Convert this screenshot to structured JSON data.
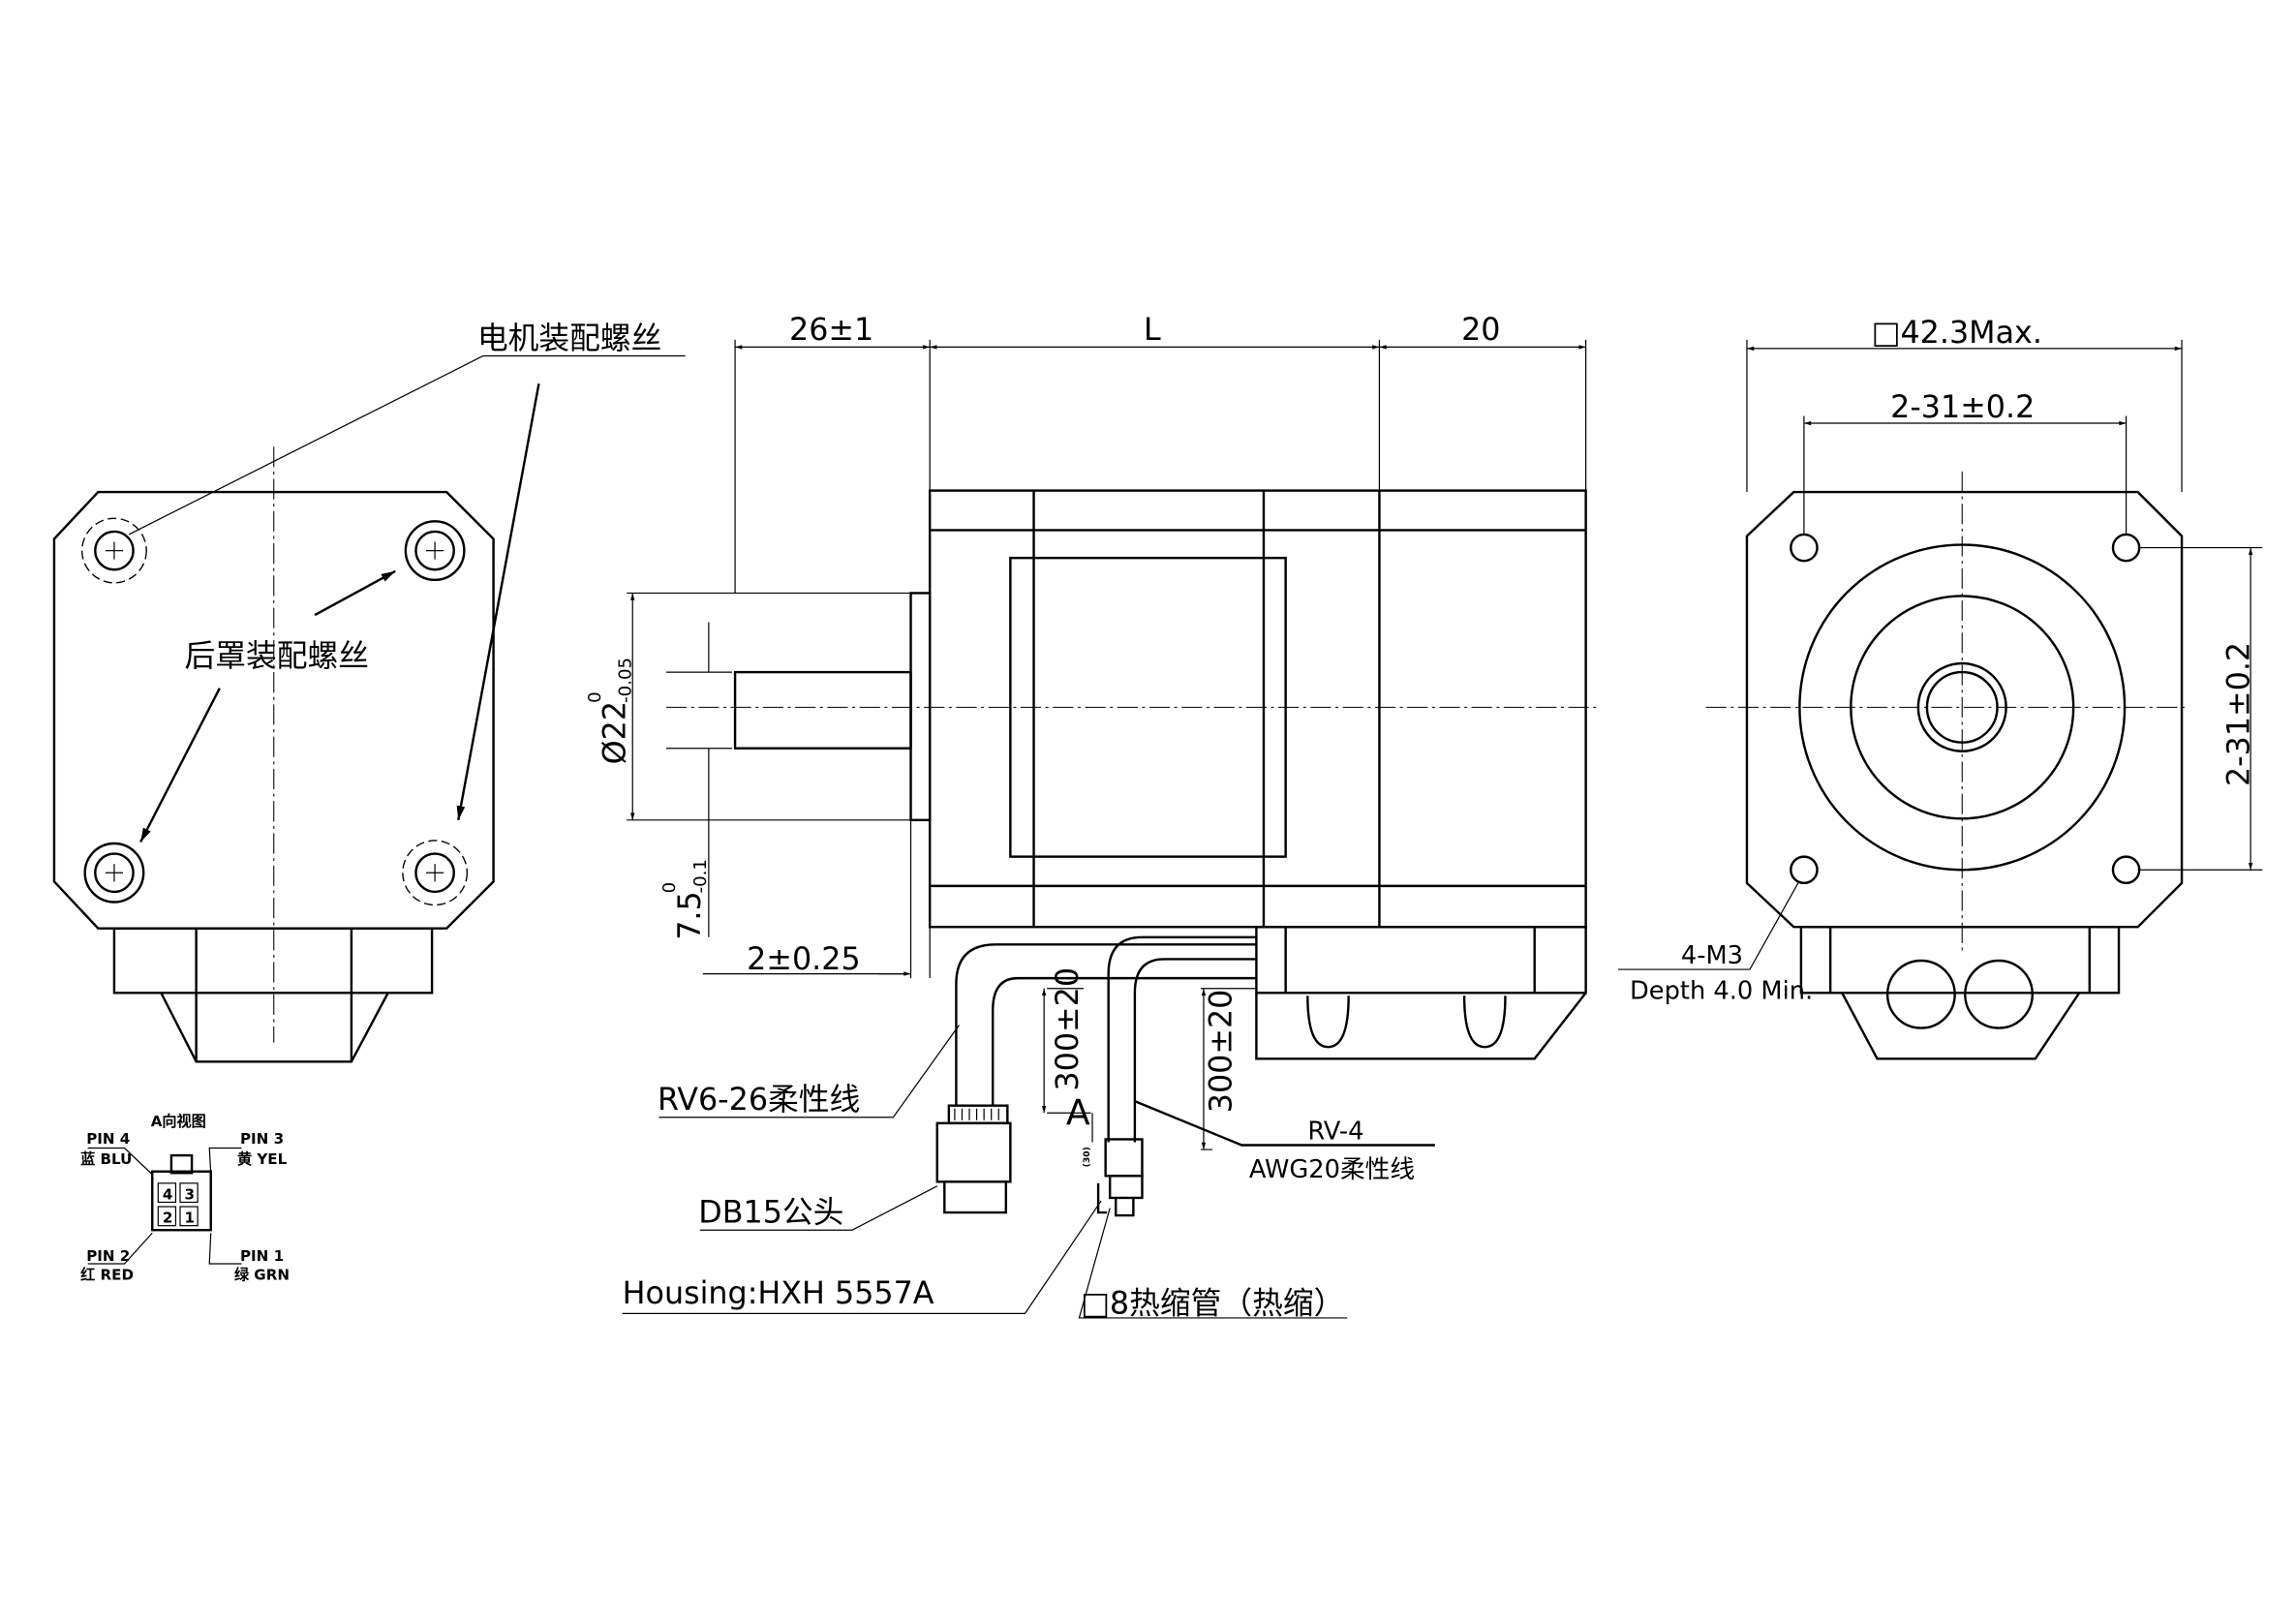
{
  "labels": {
    "motor_screws": "电机装配螺丝",
    "rear_cover_screws": "后罩装配螺丝",
    "shaft_length": "26±1",
    "body_length": "L",
    "rear_length": "20",
    "flange_size": "□42.3Max.",
    "hole_spacing_h": "2-31±0.2",
    "hole_spacing_v": "2-31±0.2",
    "shaft_dia": "Ø22",
    "shaft_dia_tol_upper": "0",
    "shaft_dia_tol_lower": "-0.05",
    "shaft_len2": "7.5",
    "shaft_len2_tol_upper": "0",
    "shaft_len2_tol_lower": "-0.1",
    "flange_thk": "2±0.25",
    "encoder_cable": "RV6-26柔性线",
    "db15": "DB15公头",
    "housing": "Housing:HXH 5557A",
    "cable_len1": "300±20",
    "cable_len2": "300±20",
    "view_a": "A",
    "power_cable_1": "RV-4",
    "power_cable_2": "AWG20柔性线",
    "heat_shrink": "□8热缩管（热缩）",
    "thread": "4-M3",
    "depth": "Depth 4.0 Min.",
    "sleeve_len": "(30)"
  },
  "pin_view": {
    "title": "A向视图",
    "pins": [
      {
        "name": "PIN 4",
        "color": "蓝 BLU",
        "num": "4"
      },
      {
        "name": "PIN 3",
        "color": "黄 YEL",
        "num": "3"
      },
      {
        "name": "PIN 2",
        "color": "红 RED",
        "num": "2"
      },
      {
        "name": "PIN 1",
        "color": "绿 GRN",
        "num": "1"
      }
    ]
  }
}
